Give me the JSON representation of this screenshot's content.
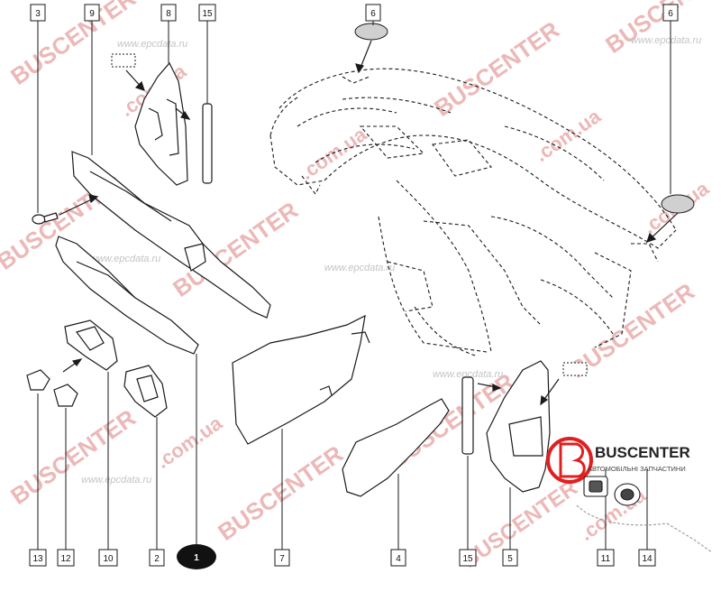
{
  "callouts": {
    "c3": "3",
    "c9": "9",
    "c8": "8",
    "c15a": "15",
    "c6a": "6",
    "c6b": "6",
    "c13": "13",
    "c12": "12",
    "c10": "10",
    "c2": "2",
    "c1": "1",
    "c7": "7",
    "c4": "4",
    "c15b": "15",
    "c5": "5",
    "c11": "11",
    "c14": "14"
  },
  "watermarks": {
    "brand": "BUSCENTER",
    "domain": ".com.ua",
    "epc": "www.epcdata.ru"
  },
  "logo": {
    "name": "BUSCENTER",
    "tagline": "АВТОМОБІЛЬНІ ЗАПЧАСТИНИ"
  },
  "colors": {
    "line": "#1a1a1a",
    "watermark_red": "#e8a0a0",
    "watermark_gray": "#c0c0c0",
    "logo_red": "#e02020"
  }
}
